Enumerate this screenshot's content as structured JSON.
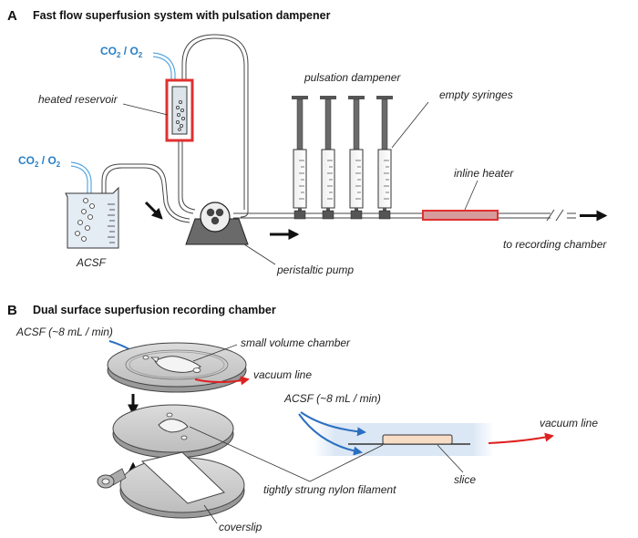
{
  "panel_a": {
    "letter": "A",
    "title": "Fast flow superfusion system with pulsation dampener",
    "gas_label_top": {
      "main": "CO",
      "sub1": "2",
      "sep": " / O",
      "sub2": "2"
    },
    "gas_label_left": {
      "main": "CO",
      "sub1": "2",
      "sep": " / O",
      "sub2": "2"
    },
    "heated_reservoir": "heated reservoir",
    "pulsation_dampener": "pulsation dampener",
    "empty_syringes": "empty syringes",
    "inline_heater": "inline heater",
    "acsf": "ACSF",
    "peristaltic_pump": "peristaltic pump",
    "to_recording_chamber": "to recording chamber"
  },
  "panel_b": {
    "letter": "B",
    "title": "Dual surface superfusion recording chamber",
    "acsf_flow_left": "ACSF (~8 mL / min)",
    "small_volume_chamber": "small volume chamber",
    "vacuum_line_left": "vacuum line",
    "acsf_flow_right": "ACSF (~8 mL / min)",
    "vacuum_line_right": "vacuum line",
    "slice": "slice",
    "nylon_filament": "tightly strung nylon filament",
    "coverslip": "coverslip"
  },
  "colors": {
    "gas_blue": "#2a7fc4",
    "flow_blue": "#2a6fc0",
    "vacuum_red": "#e02020",
    "heater_red": "#e03030",
    "tube_gray": "#555555",
    "disc_gray": "#c8c8c8",
    "slice_fill": "#f7dcc6"
  }
}
